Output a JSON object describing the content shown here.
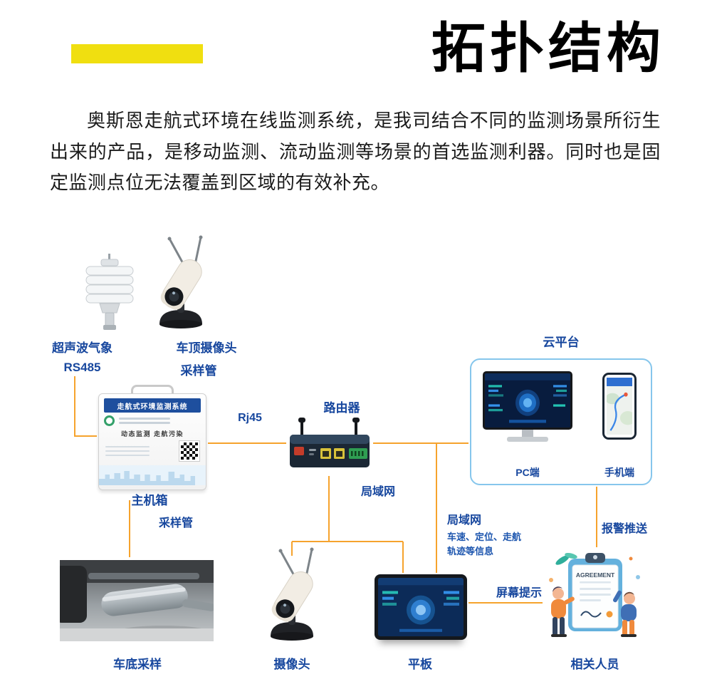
{
  "colors": {
    "accent_yellow": "#F0DF10",
    "label_blue": "#17479E",
    "line_orange": "#F6A32D",
    "cloud_border_blue": "#86C6EC"
  },
  "header": {
    "title": "拓扑结构"
  },
  "intro": {
    "text": "奥斯恩走航式环境在线监测系统，是我司结合不同的监测场景所衍生出来的产品，是移动监测、流动监测等场景的首选监测利器。同时也是固定监测点位无法覆盖到区域的有效补充。"
  },
  "nodes": {
    "weather": {
      "label": "超声波气象",
      "sublabel": "RS485"
    },
    "roof_camera": {
      "label": "车顶摄像头",
      "sublabel": "采样管"
    },
    "main_unit": {
      "label": "主机箱",
      "device_title": "走航式环境监测系统",
      "device_slogan": "动态监测 走航污染"
    },
    "router": {
      "label": "路由器"
    },
    "cloud": {
      "label": "云平台",
      "pc_label": "PC端",
      "mobile_label": "手机端"
    },
    "undercar": {
      "label": "车底采样"
    },
    "camera": {
      "label": "摄像头"
    },
    "tablet": {
      "label": "平板"
    },
    "personnel": {
      "label": "相关人员",
      "clipboard_title": "AGREEMENT"
    }
  },
  "edges": {
    "rj45": "Rj45",
    "lan_router": "局域网",
    "sampling_tube": "采样管",
    "lan_cloud": "局域网",
    "lan_cloud_desc": "车速、定位、走航轨迹等信息",
    "alarm_push": "报警推送",
    "screen_prompt": "屏幕提示"
  }
}
